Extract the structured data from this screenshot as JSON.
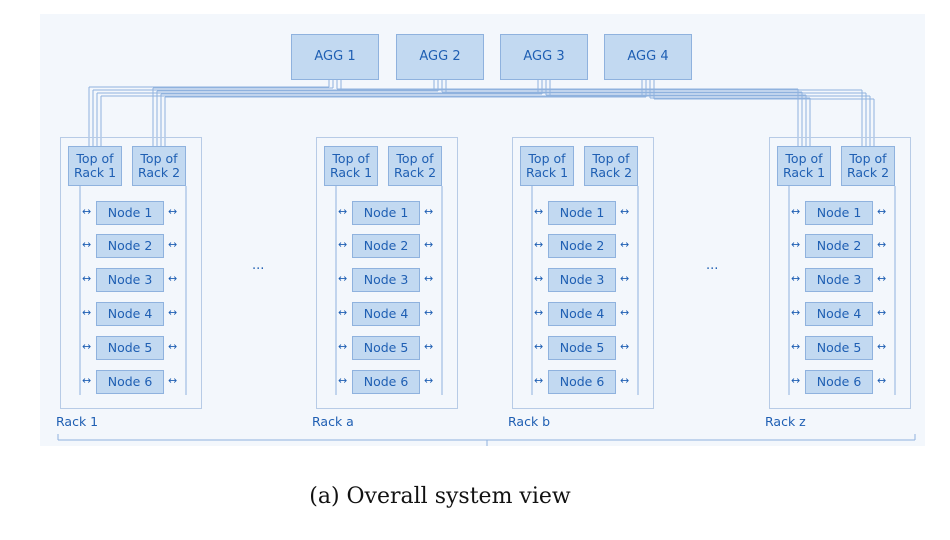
{
  "aggregation_switches": [
    "AGG 1",
    "AGG 2",
    "AGG 3",
    "AGG 4"
  ],
  "racks": [
    {
      "label": "Rack 1",
      "tors": [
        "Top of\nRack 1",
        "Top of\nRack 2"
      ],
      "nodes": [
        "Node 1",
        "Node 2",
        "Node 3",
        "Node 4",
        "Node 5",
        "Node 6"
      ]
    },
    {
      "label": "Rack a",
      "tors": [
        "Top of\nRack 1",
        "Top of\nRack 2"
      ],
      "nodes": [
        "Node 1",
        "Node 2",
        "Node 3",
        "Node 4",
        "Node 5",
        "Node 6"
      ]
    },
    {
      "label": "Rack b",
      "tors": [
        "Top of\nRack 1",
        "Top of\nRack 2"
      ],
      "nodes": [
        "Node 1",
        "Node 2",
        "Node 3",
        "Node 4",
        "Node 5",
        "Node 6"
      ]
    },
    {
      "label": "Rack z",
      "tors": [
        "Top of\nRack 1",
        "Top of\nRack 2"
      ],
      "nodes": [
        "Node 1",
        "Node 2",
        "Node 3",
        "Node 4",
        "Node 5",
        "Node 6"
      ]
    }
  ],
  "ellipses": [
    "...",
    "..."
  ],
  "link_arrow": "↔",
  "caption": "(a) Overall system view",
  "colors": {
    "box_fill": "#c2d9f1",
    "box_border": "#8fb2de",
    "text": "#1f5fb3",
    "panel": "#f3f7fc",
    "line": "#8fb2de"
  }
}
